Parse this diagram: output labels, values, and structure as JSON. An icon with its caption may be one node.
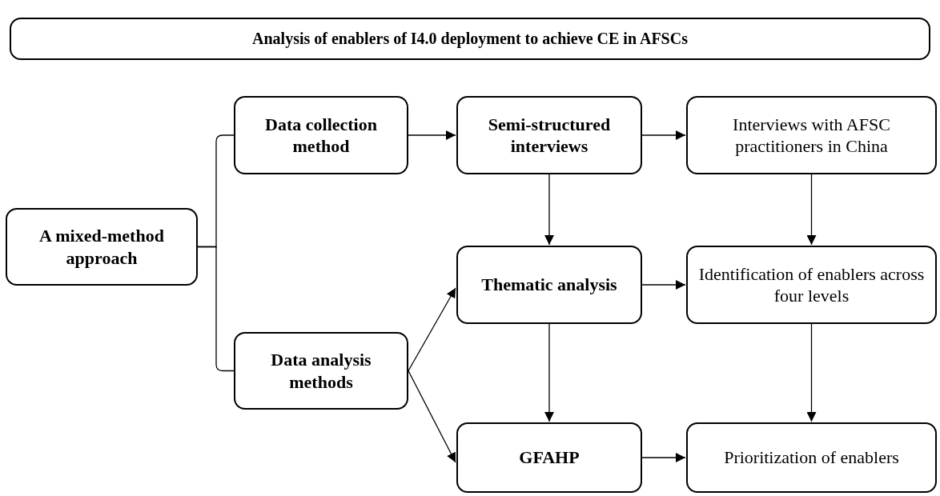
{
  "diagram": {
    "nodes": [
      {
        "text": [
          "Analysis of enablers of I4.0 deployment to achieve CE in AFSCs"
        ]
      },
      {
        "text": [
          "A mixed-method approach"
        ]
      },
      {
        "text": [
          "Data collection method"
        ]
      },
      {
        "text": [
          "Data analysis methods"
        ]
      },
      {
        "text": [
          "Semi-structured interviews"
        ]
      },
      {
        "text": [
          "Interviews with AFSC practitioners in China"
        ]
      },
      {
        "text": [
          "Thematic analysis"
        ]
      },
      {
        "text": [
          "Identification of enablers across four levels"
        ]
      },
      {
        "text": [
          "GFAHP"
        ]
      },
      {
        "text": [
          "Prioritization of enablers"
        ]
      }
    ],
    "edges": [
      {
        "from": 1,
        "to": 2,
        "arrow": "none"
      },
      {
        "from": 1,
        "to": 3,
        "arrow": "none"
      },
      {
        "from": 2,
        "to": 4,
        "arrow": "to"
      },
      {
        "from": 4,
        "to": 5,
        "arrow": "to"
      },
      {
        "from": 4,
        "to": 6,
        "arrow": "to"
      },
      {
        "from": 5,
        "to": 7,
        "arrow": "to"
      },
      {
        "from": 3,
        "to": 6,
        "arrow": "to"
      },
      {
        "from": 3,
        "to": 8,
        "arrow": "to"
      },
      {
        "from": 6,
        "to": 7,
        "arrow": "to"
      },
      {
        "from": 6,
        "to": 8,
        "arrow": "to"
      },
      {
        "from": 7,
        "to": 9,
        "arrow": "to"
      },
      {
        "from": 8,
        "to": 9,
        "arrow": "to"
      }
    ]
  }
}
